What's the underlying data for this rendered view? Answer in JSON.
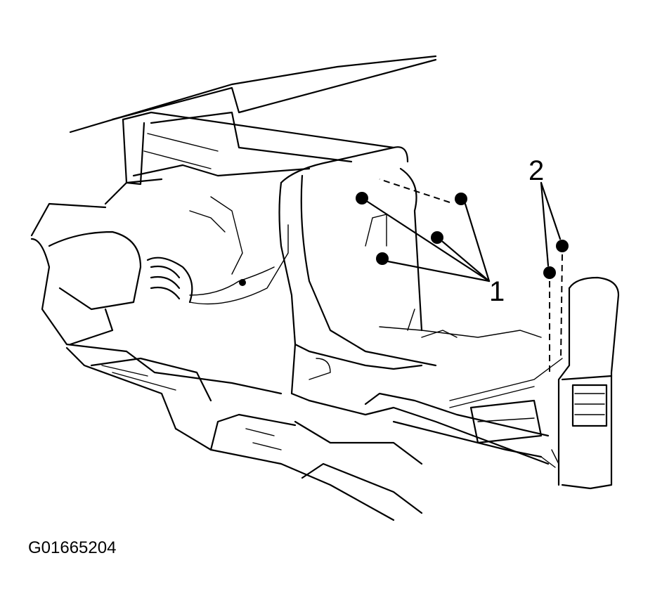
{
  "callouts": {
    "one": "1",
    "two": "2"
  },
  "figure_id": "G01665204"
}
